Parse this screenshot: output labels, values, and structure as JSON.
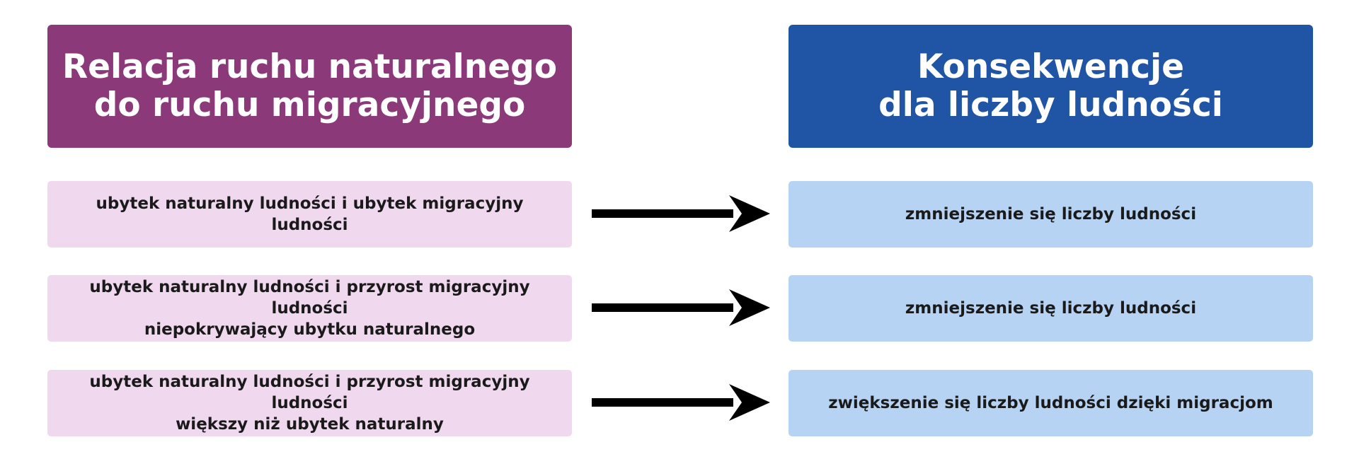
{
  "headers": {
    "left": "Relacja ruchu naturalnego\ndo ruchu migracyjnego",
    "right": "Konsekwencje\ndla liczby ludności"
  },
  "rows": [
    {
      "relation": "ubytek naturalny ludności i ubytek migracyjny ludności",
      "consequence": "zmniejszenie się liczby ludności"
    },
    {
      "relation": "ubytek naturalny ludności i przyrost migracyjny ludności\nniepokrywający ubytku naturalnego",
      "consequence": "zmniejszenie się liczby ludności"
    },
    {
      "relation": "ubytek naturalny ludności i przyrost migracyjny ludności\nwiększy niż ubytek naturalny",
      "consequence": "zwiększenie się liczby ludności dzięki migracjom"
    }
  ],
  "colors": {
    "left_header": "#8b3978",
    "right_header": "#1f55a4",
    "left_cell": "#f0d9ef",
    "right_cell": "#b6d3f3",
    "arrow": "#000000"
  }
}
